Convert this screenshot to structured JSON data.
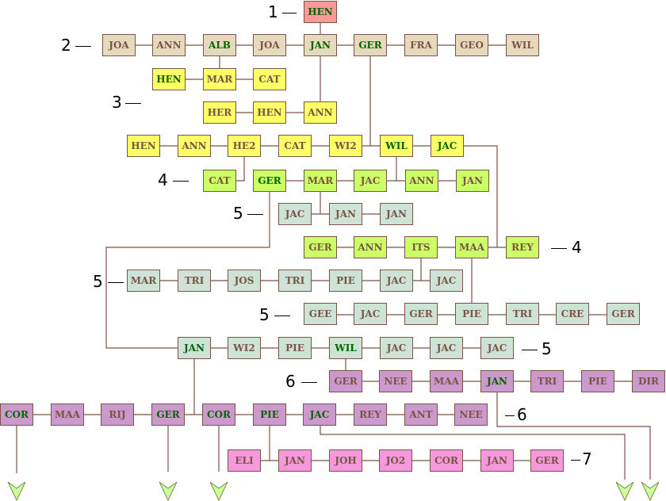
{
  "colors": {
    "gen1": "#ff9999",
    "gen2": "#e6d9bd",
    "gen3": "#ffff66",
    "gen4": "#ccff66",
    "gen5": "#cce3d6",
    "gen6": "#cc99cc",
    "gen7": "#f598dc",
    "line": "#7a5545",
    "highlight_text": "#006600",
    "text": "#7a5545",
    "arrow": "#ccff99"
  },
  "rows": [
    {
      "gen": "gen1",
      "people": [
        {
          "name": "HEN",
          "direct": true
        }
      ]
    },
    {
      "gen": "gen2",
      "people": [
        {
          "name": "JOA"
        },
        {
          "name": "ANN"
        },
        {
          "name": "ALB",
          "direct": true
        },
        {
          "name": "JOA"
        },
        {
          "name": "JAN",
          "direct": true
        },
        {
          "name": "GER",
          "direct": true
        },
        {
          "name": "FRA"
        },
        {
          "name": "GEO"
        },
        {
          "name": "WIL"
        }
      ]
    },
    {
      "gen": "gen3",
      "people": [
        {
          "name": "HEN",
          "direct": true
        },
        {
          "name": "MAR"
        },
        {
          "name": "CAT"
        }
      ]
    },
    {
      "gen": "gen3",
      "people": [
        {
          "name": "HER"
        },
        {
          "name": "HEN"
        },
        {
          "name": "ANN"
        }
      ]
    },
    {
      "gen": "gen3",
      "people": [
        {
          "name": "HEN"
        },
        {
          "name": "ANN"
        },
        {
          "name": "HE2"
        },
        {
          "name": "CAT"
        },
        {
          "name": "WI2"
        },
        {
          "name": "WIL",
          "direct": true
        },
        {
          "name": "JAC",
          "direct": true
        }
      ]
    },
    {
      "gen": "gen4",
      "people": [
        {
          "name": "CAT"
        },
        {
          "name": "GER",
          "direct": true
        },
        {
          "name": "MAR"
        },
        {
          "name": "JAC"
        },
        {
          "name": "ANN"
        },
        {
          "name": "JAN"
        }
      ]
    },
    {
      "gen": "gen5",
      "people": [
        {
          "name": "JAC"
        },
        {
          "name": "JAN"
        },
        {
          "name": "JAN"
        }
      ]
    },
    {
      "gen": "gen4",
      "people": [
        {
          "name": "GER"
        },
        {
          "name": "ANN"
        },
        {
          "name": "ITS"
        },
        {
          "name": "MAA"
        },
        {
          "name": "REY"
        }
      ]
    },
    {
      "gen": "gen5",
      "people": [
        {
          "name": "MAR"
        },
        {
          "name": "TRI"
        },
        {
          "name": "JOS"
        },
        {
          "name": "TRI"
        },
        {
          "name": "PIE"
        },
        {
          "name": "JAC"
        },
        {
          "name": "JAC"
        }
      ]
    },
    {
      "gen": "gen5",
      "people": [
        {
          "name": "GEE"
        },
        {
          "name": "JAC"
        },
        {
          "name": "GER"
        },
        {
          "name": "PIE"
        },
        {
          "name": "TRI"
        },
        {
          "name": "CRE"
        },
        {
          "name": "GER"
        }
      ]
    },
    {
      "gen": "gen5",
      "people": [
        {
          "name": "JAN",
          "direct": true
        },
        {
          "name": "WI2"
        },
        {
          "name": "PIE"
        },
        {
          "name": "WIL",
          "direct": true
        },
        {
          "name": "JAC"
        },
        {
          "name": "JAC"
        },
        {
          "name": "JAC"
        }
      ]
    },
    {
      "gen": "gen6",
      "people": [
        {
          "name": "GER"
        },
        {
          "name": "NEE"
        },
        {
          "name": "MAA"
        },
        {
          "name": "JAN",
          "direct": true
        },
        {
          "name": "TRI"
        },
        {
          "name": "PIE"
        },
        {
          "name": "DIR"
        }
      ]
    },
    {
      "gen": "gen6",
      "people": [
        {
          "name": "COR",
          "direct": true
        },
        {
          "name": "MAA"
        },
        {
          "name": "RIJ"
        },
        {
          "name": "GER",
          "direct": true
        },
        {
          "name": "COR",
          "direct": true
        },
        {
          "name": "PIE",
          "direct": true
        },
        {
          "name": "JAC",
          "direct": true
        },
        {
          "name": "REY"
        },
        {
          "name": "ANT"
        },
        {
          "name": "NEE"
        }
      ]
    },
    {
      "gen": "gen7",
      "people": [
        {
          "name": "ELI"
        },
        {
          "name": "JAN"
        },
        {
          "name": "JOH"
        },
        {
          "name": "JO2"
        },
        {
          "name": "COR"
        },
        {
          "name": "JAN"
        },
        {
          "name": "GER"
        }
      ]
    }
  ],
  "generation_labels": [
    "1",
    "2",
    "3",
    "4",
    "5",
    "4",
    "5",
    "5",
    "5",
    "6",
    "6",
    "7"
  ],
  "continuation_arrows": 5
}
